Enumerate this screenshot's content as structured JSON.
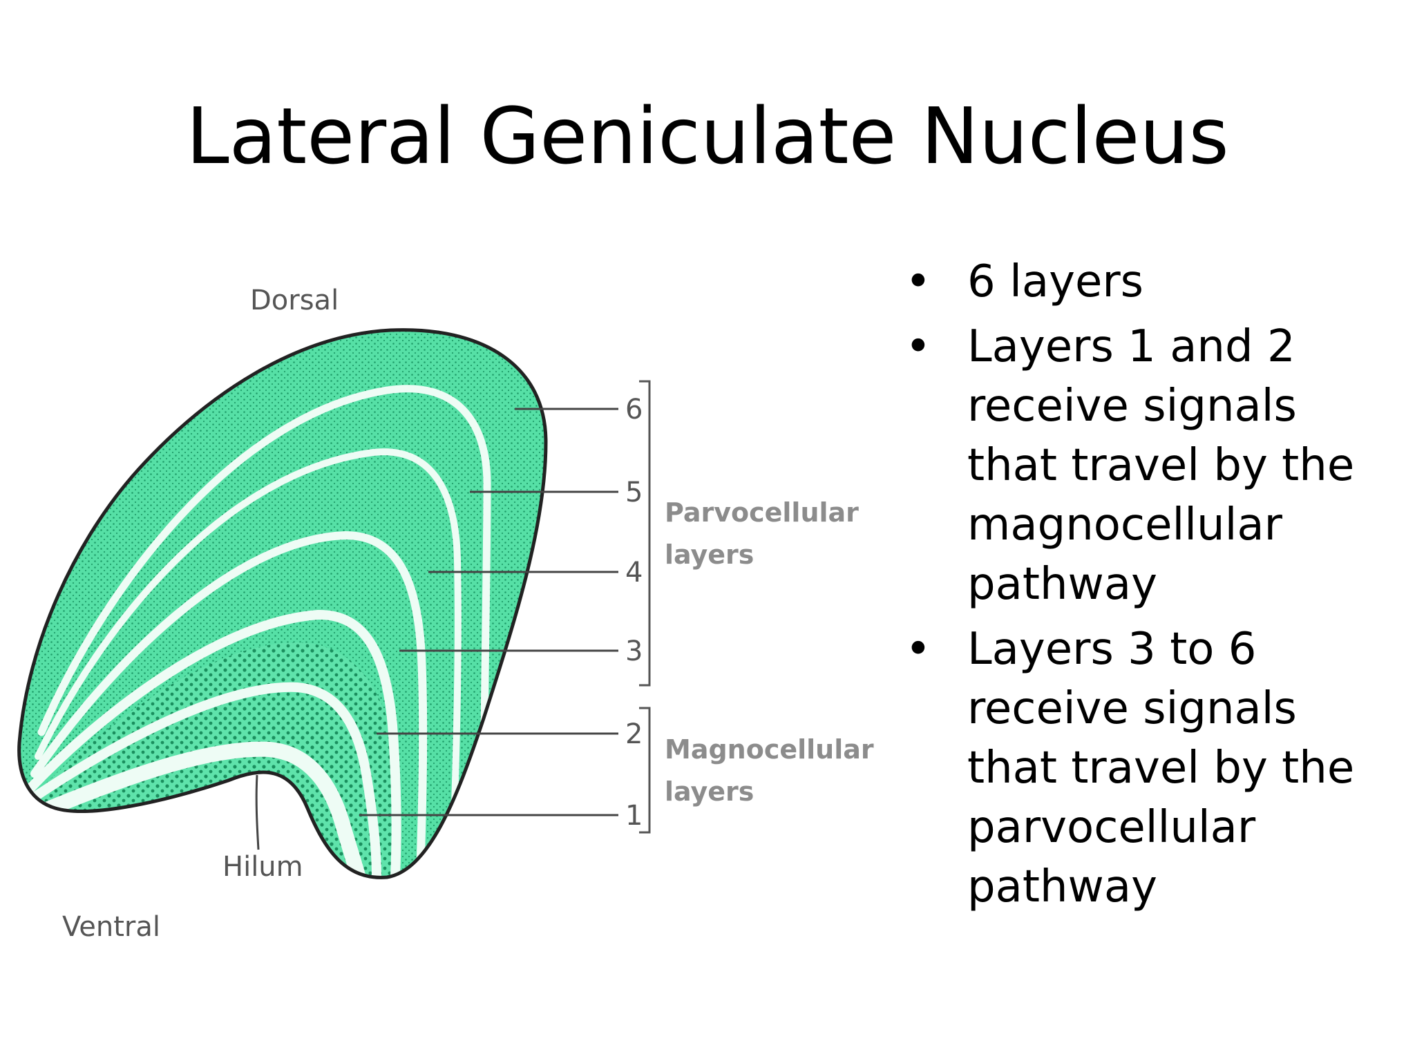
{
  "slide": {
    "title": "Lateral Geniculate Nucleus"
  },
  "diagram": {
    "orientation_top": "Dorsal",
    "orientation_bottom": "Ventral",
    "hilum_label": "Hilum",
    "layer_numbers": [
      "6",
      "5",
      "4",
      "3",
      "2",
      "1"
    ],
    "parvo_label_line1": "Parvocellular",
    "parvo_label_line2": "layers",
    "magno_label_line1": "Magnocellular",
    "magno_label_line2": "layers",
    "colors": {
      "fill": "#3ddc9a",
      "band": "#c8f5e1",
      "outline": "#222222",
      "label_gray": "#8c8c8c"
    }
  },
  "bullets": [
    {
      "marker": "•",
      "text": "6 layers"
    },
    {
      "marker": "•",
      "text": "Layers 1 and 2 receive signals that travel by the magnocellular pathway"
    },
    {
      "marker": "•",
      "text": "Layers 3 to 6 receive signals that travel by the parvocellular pathway"
    }
  ]
}
